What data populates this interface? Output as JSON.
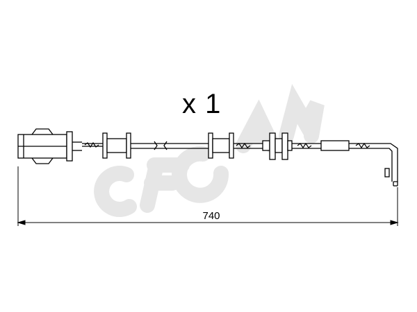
{
  "quantity_label": "x 1",
  "length_label": "740",
  "watermark": {
    "text": "CIFAM",
    "color": "#e6e6e6"
  },
  "colors": {
    "line": "#000000",
    "background": "#ffffff"
  }
}
